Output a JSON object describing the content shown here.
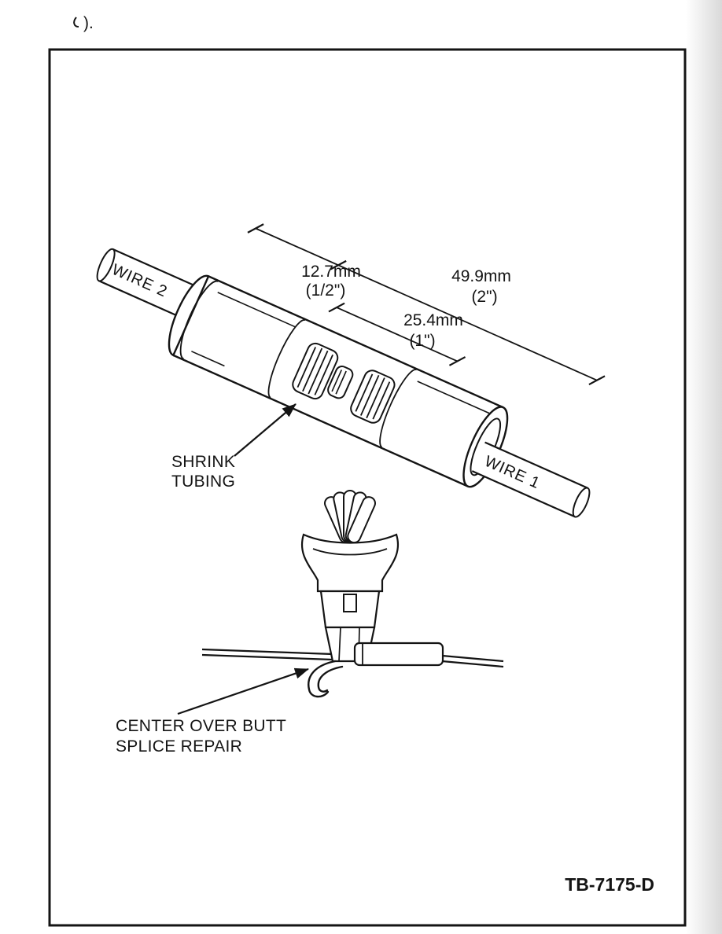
{
  "page": {
    "fragment_top": ").",
    "figure_code": "TB-7175-D"
  },
  "colors": {
    "ink": "#141414",
    "paper": "#ffffff"
  },
  "diagram": {
    "wire2_label": "WIRE 2",
    "wire1_label": "WIRE 1",
    "dims": {
      "half_inch_mm": "12.7mm",
      "half_inch_in": "(1/2\")",
      "two_inch_mm": "49.9mm",
      "two_inch_in": "(2\")",
      "one_inch_mm": "25.4mm",
      "one_inch_in": "(1\")"
    },
    "shrink_tubing": {
      "line1": "SHRINK",
      "line2": "TUBING"
    },
    "center_callout": {
      "line1": "CENTER OVER BUTT",
      "line2": "SPLICE REPAIR"
    }
  }
}
